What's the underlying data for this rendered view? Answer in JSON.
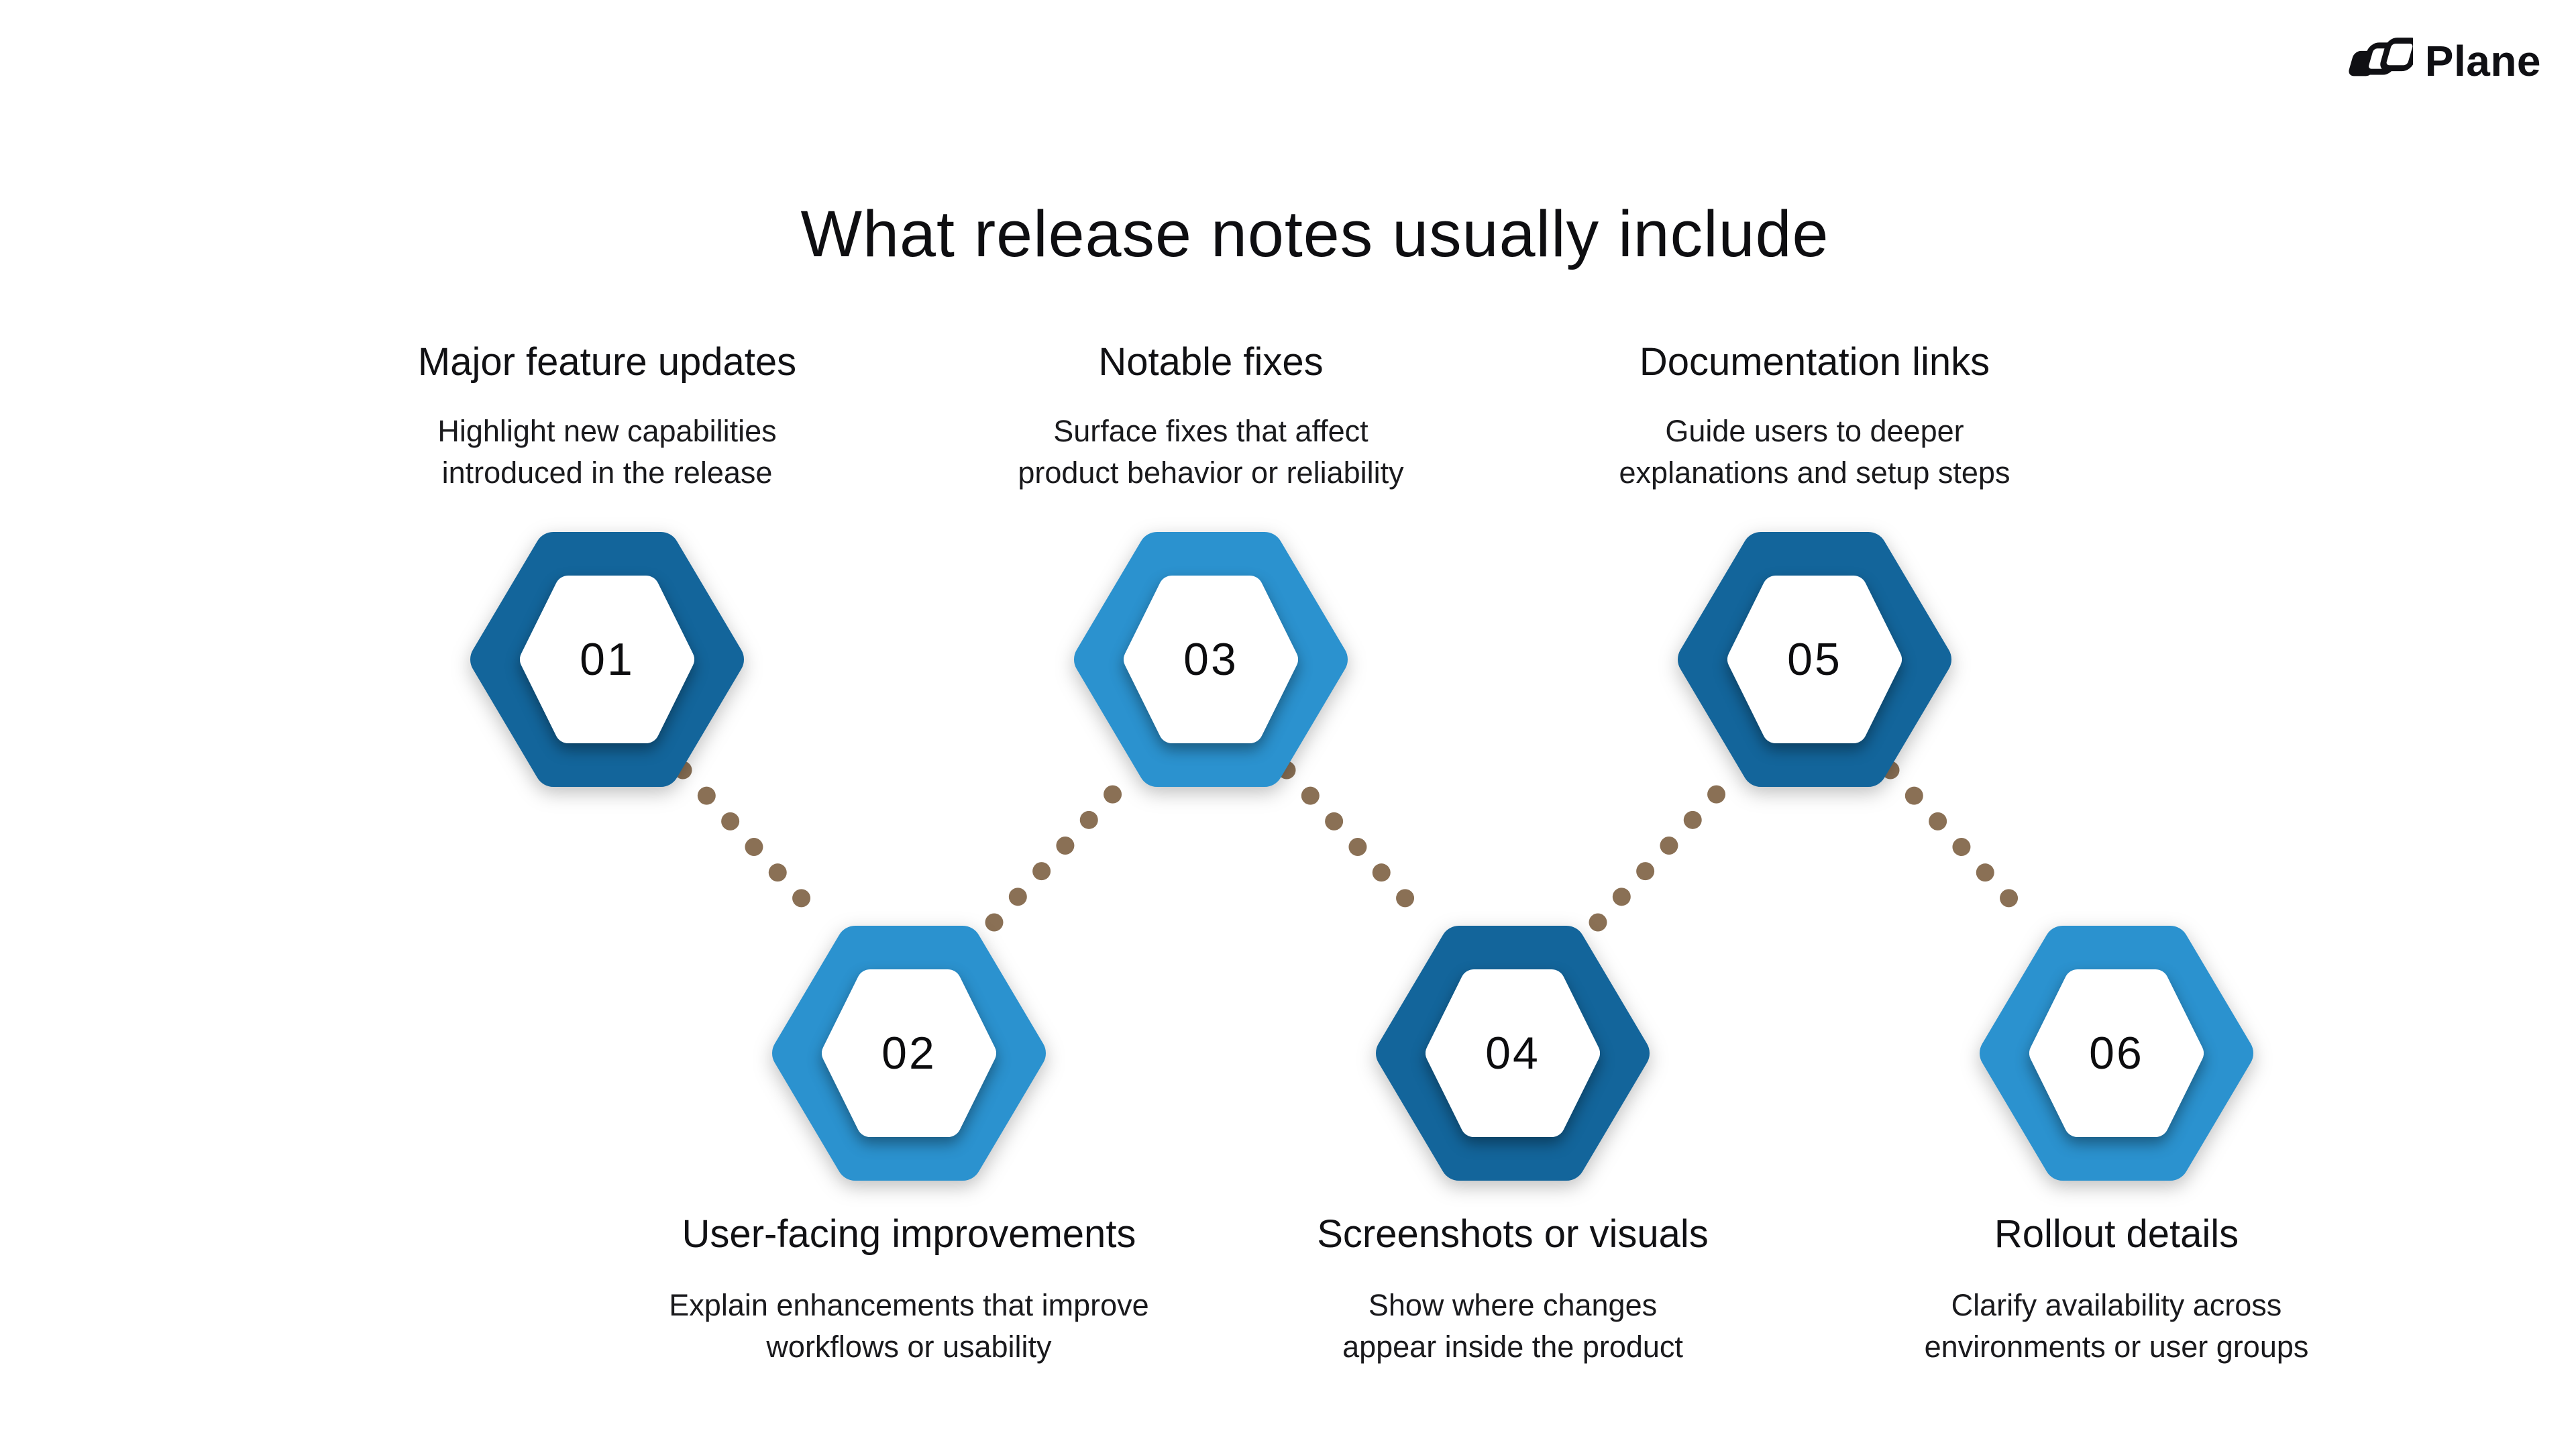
{
  "page": {
    "title": "What release notes usually include"
  },
  "logo": {
    "text": "Plane"
  },
  "colors": {
    "dark_hex": "#13659B",
    "light_hex": "#2B92CF",
    "dot_hex": "#8A7055",
    "text_hex": "#0E0E11",
    "background_hex": "#FFFFFF"
  },
  "nodes": [
    {
      "number": "01",
      "variant": "dark",
      "title": "Major feature updates",
      "description": "Highlight new capabilities\nintroduced in the release"
    },
    {
      "number": "02",
      "variant": "light",
      "title": "User-facing improvements",
      "description": "Explain enhancements that improve\nworkflows or usability"
    },
    {
      "number": "03",
      "variant": "light",
      "title": "Notable fixes",
      "description": "Surface fixes that affect\nproduct behavior or reliability"
    },
    {
      "number": "04",
      "variant": "dark",
      "title": "Screenshots or visuals",
      "description": "Show where changes\nappear inside the product"
    },
    {
      "number": "05",
      "variant": "dark",
      "title": "Documentation links",
      "description": "Guide users to deeper\nexplanations and setup steps"
    },
    {
      "number": "06",
      "variant": "light",
      "title": "Rollout details",
      "description": "Clarify availability across\nenvironments or user groups"
    }
  ]
}
